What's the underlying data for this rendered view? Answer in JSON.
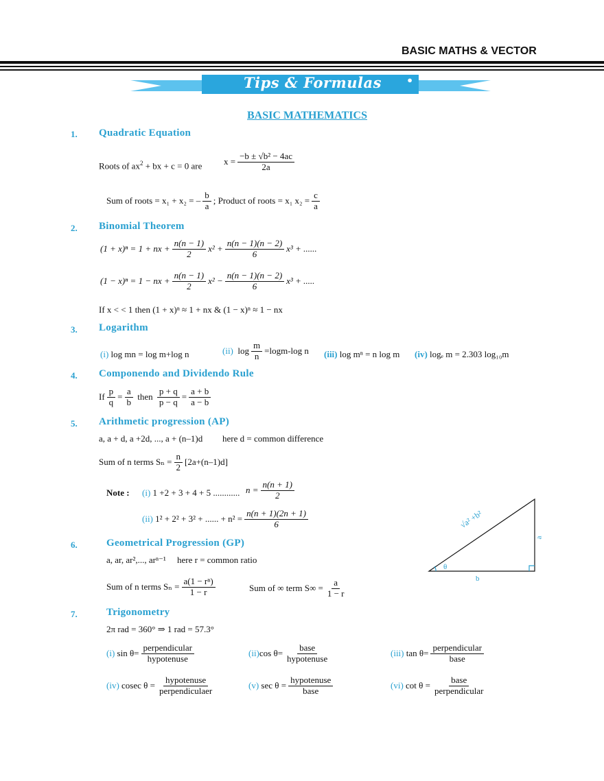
{
  "header": {
    "title": "BASIC MATHS & VECTOR"
  },
  "banner": {
    "title": "Tips & Formulas",
    "bullet": "•"
  },
  "main_title": "BASIC MATHEMATICS",
  "sections": [
    {
      "num": "1.",
      "title": "Quadratic Equation"
    },
    {
      "num": "2.",
      "title": "Binomial Theorem"
    },
    {
      "num": "3.",
      "title": "Logarithm"
    },
    {
      "num": "4.",
      "title": "Componendo and Dividendo Rule"
    },
    {
      "num": "5.",
      "title": "Arithmetic progression (AP)"
    },
    {
      "num": "6.",
      "title": "Geometrical Progression (GP)"
    },
    {
      "num": "7.",
      "title": "Trigonometry"
    }
  ],
  "quadratic": {
    "roots_text": "Roots of ax",
    "roots_rest": " + bx + c = 0 are",
    "x_eq": "x =",
    "num": "−b ± √b² − 4ac",
    "den": "2a",
    "sum_text": "Sum of roots = x₁ + x₂ = –",
    "sum_num": "b",
    "sum_den": "a",
    "prod_text": "; Product of roots = x₁ x₂ =",
    "prod_num": "c",
    "prod_den": "a"
  },
  "binomial": {
    "l1_left": "(1 + x)ⁿ = 1 + nx +",
    "l1_f1n": "n(n − 1)",
    "l1_f1d": "2",
    "l1_mid": "x² +",
    "l1_f2n": "n(n − 1)(n − 2)",
    "l1_f2d": "6",
    "l1_end": "x³ + ......",
    "l2_left": "(1 − x)ⁿ = 1 − nx +",
    "l2_f1n": "n(n − 1)",
    "l2_f1d": "2",
    "l2_mid": "x² −",
    "l2_f2n": "n(n − 1)(n − 2)",
    "l2_f2d": "6",
    "l2_end": "x³ + .....",
    "approx": "If x < < 1 then (1 + x)ⁿ ≈ 1 + nx & (1 − x)ⁿ ≈ 1 − nx"
  },
  "logarithm": {
    "i_label": "(i)",
    "i_text": "log mn = log m+log n",
    "ii_label": "(ii)",
    "ii_pre": "log",
    "ii_num": "m",
    "ii_den": "n",
    "ii_post": "=logm-log n",
    "iii_label": "(iii)",
    "iii_text": "log mⁿ = n log m",
    "iv_label": "(iv)",
    "iv_text": "logₑ m = 2.303 log₁₀m"
  },
  "componendo": {
    "if": "If",
    "f1n": "p",
    "f1d": "q",
    "eq1": "=",
    "f2n": "a",
    "f2d": "b",
    "then": "then",
    "f3n": "p + q",
    "f3d": "p − q",
    "eq2": "=",
    "f4n": "a + b",
    "f4d": "a − b"
  },
  "ap": {
    "seq": "a, a + d, a +2d, ..., a + (n–1)d",
    "seq_note": "here d = common difference",
    "sum_pre": "Sum of n terms Sₙ =",
    "sum_num": "n",
    "sum_den": "2",
    "sum_post": "[2a+(n–1)d]",
    "note_label": "Note :",
    "n1_label": "(i)",
    "n1_text": "1 +2 + 3 + 4 + 5 ............",
    "n1_eq": "n =",
    "n1_num": "n(n + 1)",
    "n1_den": "2",
    "n2_label": "(ii)",
    "n2_text": "1² + 2² + 3² + ...... + n² =",
    "n2_num": "n(n + 1)(2n + 1)",
    "n2_den": "6"
  },
  "gp": {
    "seq": "a, ar, ar²,..., arⁿ⁻¹",
    "seq_note": "here r = common ratio",
    "sum_pre": "Sum of n terms Sₙ =",
    "sum_num": "a(1 − rⁿ)",
    "sum_den": "1 − r",
    "inf_pre": "Sum of ∞ term S∞ =",
    "inf_num": "a",
    "inf_den": "1 − r"
  },
  "triangle": {
    "hyp": "√a² +b²",
    "side_a": "a",
    "side_b": "b",
    "angle": "θ"
  },
  "trig": {
    "rad": "2π rad = 360° ⇒ 1 rad = 57.3°",
    "items": [
      {
        "label": "(i)",
        "fn": "sin θ=",
        "num": "perpendicular",
        "den": "hypotenuse"
      },
      {
        "label": "(ii)",
        "fn": "cos θ=",
        "num": "base",
        "den": "hypotenuse"
      },
      {
        "label": "(iii)",
        "fn": "tan θ=",
        "num": "perpendicular",
        "den": "base"
      },
      {
        "label": "(iv)",
        "fn": "cosec θ =",
        "num": "hypotenuse",
        "den": "perpendiculaer"
      },
      {
        "label": "(v)",
        "fn": "sec θ =",
        "num": "hypotenuse",
        "den": "base"
      },
      {
        "label": "(vi)",
        "fn": "cot θ =",
        "num": "base",
        "den": "perpendicular"
      }
    ]
  },
  "colors": {
    "accent": "#29a0d0",
    "banner": "#2aa6dd",
    "banner_light": "#5cc2ee"
  }
}
